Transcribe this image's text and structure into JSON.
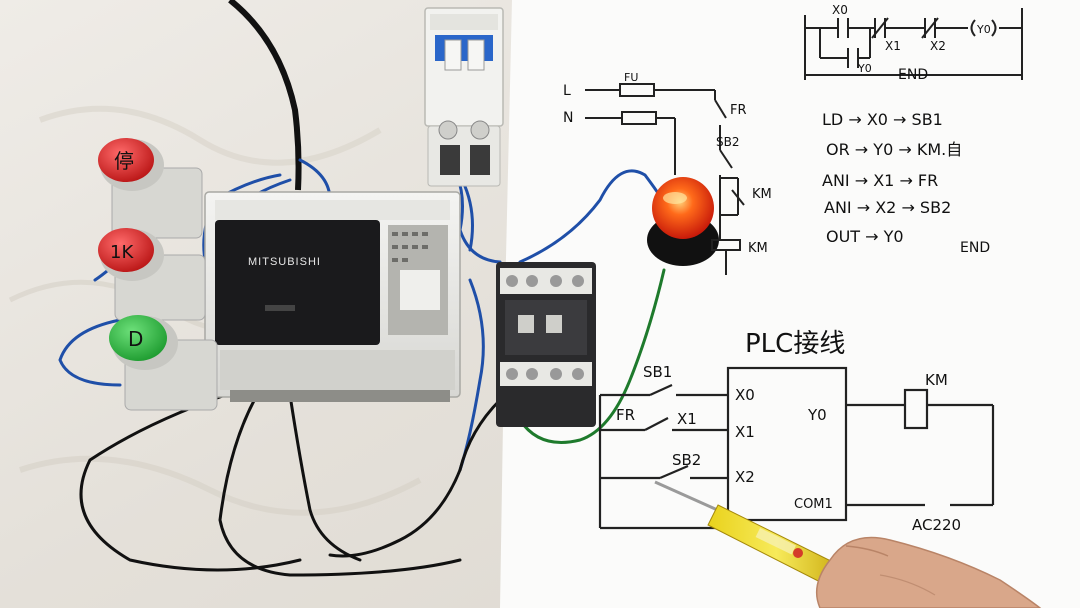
{
  "plc": {
    "brand": "MITSUBISHI"
  },
  "buttons": {
    "stop_label": "停",
    "jog_label": "1K",
    "start_label": "D"
  },
  "ladder": {
    "contact_x0": "X0",
    "contact_x1": "X1",
    "contact_x2": "X2",
    "coil_y0": "Y0",
    "seal_y0": "Y0",
    "end": "END"
  },
  "instructions": [
    "LD → X0 → SB1",
    "OR → Y0 → KM.自",
    "ANI → X1 → FR",
    "ANI → X2 → SB2",
    "OUT → Y0"
  ],
  "instructions_end": "END",
  "control_circuit": {
    "l": "L",
    "n": "N",
    "fu": "FU",
    "fr": "FR",
    "sb2": "SB2",
    "km_contact": "KM",
    "km_coil": "KM"
  },
  "wiring": {
    "title": "PLC接线",
    "sb1": "SB1",
    "fr": "FR",
    "x1_switch": "X1",
    "sb2": "SB2",
    "in_x0": "X0",
    "in_x1": "X1",
    "in_x2": "X2",
    "out_y0": "Y0",
    "com1": "COM1",
    "km": "KM",
    "ac220": "AC220"
  }
}
